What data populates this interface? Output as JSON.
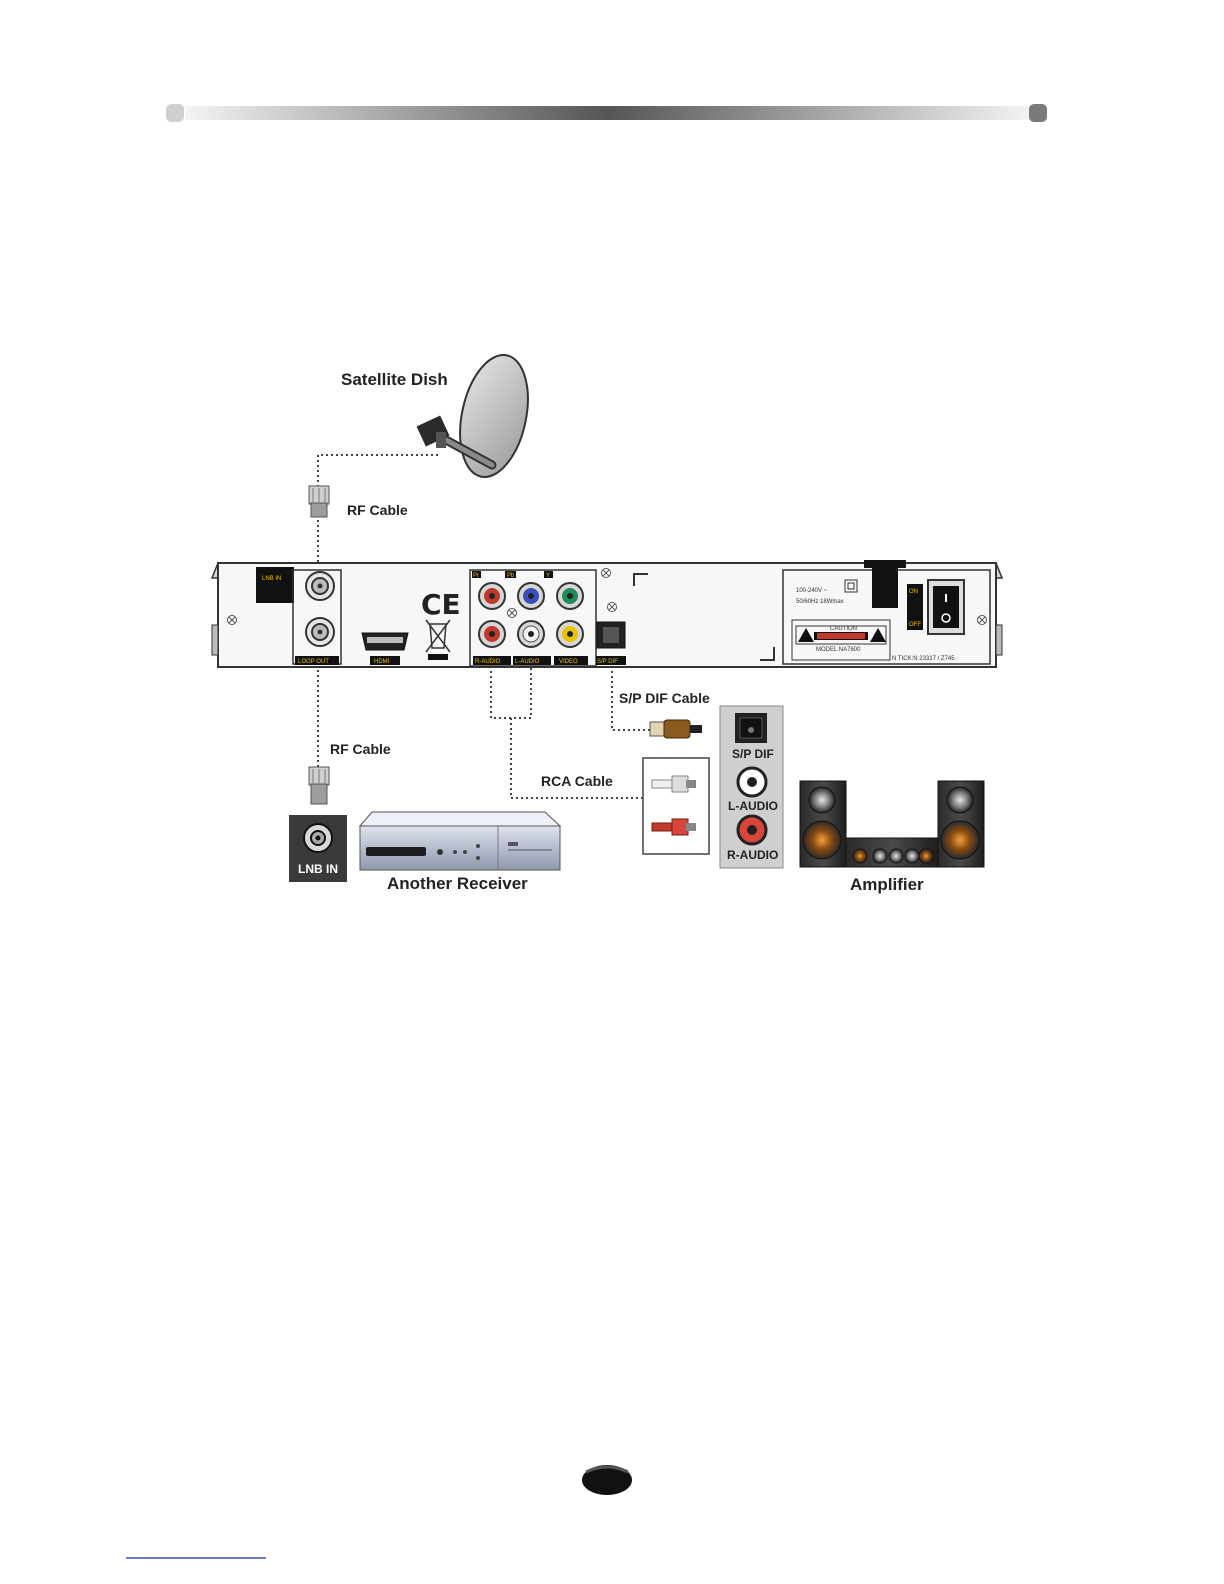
{
  "labels": {
    "satellite_dish": "Satellite Dish",
    "rf_cable_top": "RF Cable",
    "rf_cable_bottom": "RF Cable",
    "spdif_cable": "S/P DIF Cable",
    "rca_cable": "RCA Cable",
    "another_receiver": "Another Receiver",
    "amplifier": "Amplifier",
    "lnb_in_receiver": "LNB IN"
  },
  "amp_panel": {
    "spdif": "S/P DIF",
    "l_audio": "L-AUDIO",
    "r_audio": "R-AUDIO"
  },
  "stb_panel": {
    "lnb_in": "LNB IN",
    "loop_out": "LOOP OUT",
    "hdmi": "HDMI",
    "r_audio": "R-AUDIO",
    "l_audio": "L-AUDIO",
    "video": "VIDEO",
    "spdif": "S/P DIF",
    "power_rating_1": "100-240V ~",
    "power_rating_2": "50/60Hz  18Wmax",
    "caution": "CAUTION",
    "model": "MODEL  NA7600",
    "n_tick": "N TICK:N 23317 / Z745",
    "on": "ON",
    "off": "OFF",
    "pb": "Pb",
    "pr": "Pr",
    "y": "Y"
  },
  "colors": {
    "rca_red": "#c0392b",
    "rca_blue": "#3b4fb8",
    "rca_green": "#1f8a5a",
    "rca_white": "#f4f4f4",
    "rca_yellow": "#e8c400",
    "label_yellow": "#f2c200"
  }
}
